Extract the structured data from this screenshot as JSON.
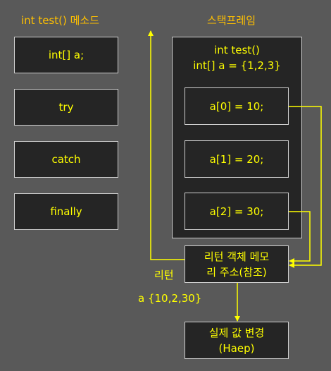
{
  "titles": {
    "method": "int test() 메소드",
    "frame": "스택프레임"
  },
  "method_blocks": [
    "int[] a;",
    "try",
    "catch",
    "finally"
  ],
  "frame": {
    "header_line1": "int test()",
    "header_line2": "int[] a = {1,2,3}",
    "cells": [
      "a[0]  =  10;",
      "a[1]  =  20;",
      "a[2]  =  30;"
    ]
  },
  "return_box": {
    "line1": "리턴 객체 메모",
    "line2": "리 주소(참조)"
  },
  "return_label": "리턴",
  "array_label": "a {10,2,30}",
  "heap_box": {
    "line1": "실제 값 변경",
    "line2": "(Haep)"
  },
  "colors": {
    "background": "#595959",
    "box_fill": "#252525",
    "text": "#ffff00",
    "title": "#ffc000",
    "border": "#d0d0d0"
  }
}
